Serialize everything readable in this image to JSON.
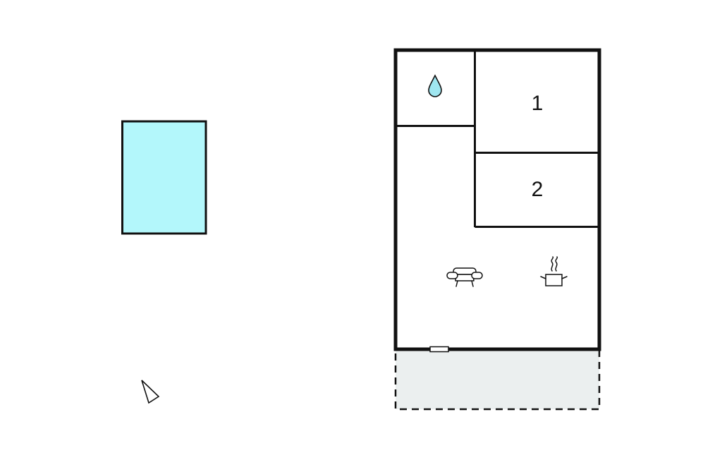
{
  "colors": {
    "pool": "#b3f7fb",
    "terrace": "#ebefef",
    "walls": "#111111",
    "water_drop": "#9fe6f0",
    "background": "#ffffff"
  },
  "pool": {
    "icon": "swimming-pool"
  },
  "compass": {
    "icon": "north-arrow-icon"
  },
  "house": {
    "bathroom": {
      "icon": "water-drop-icon"
    },
    "bedrooms": [
      {
        "label": "1"
      },
      {
        "label": "2"
      }
    ],
    "living_area": {
      "icons": [
        "sofa-icon",
        "cooking-pot-icon"
      ]
    },
    "door": {
      "icon": "door-icon"
    }
  },
  "terrace": {
    "style": "dashed-outline"
  }
}
